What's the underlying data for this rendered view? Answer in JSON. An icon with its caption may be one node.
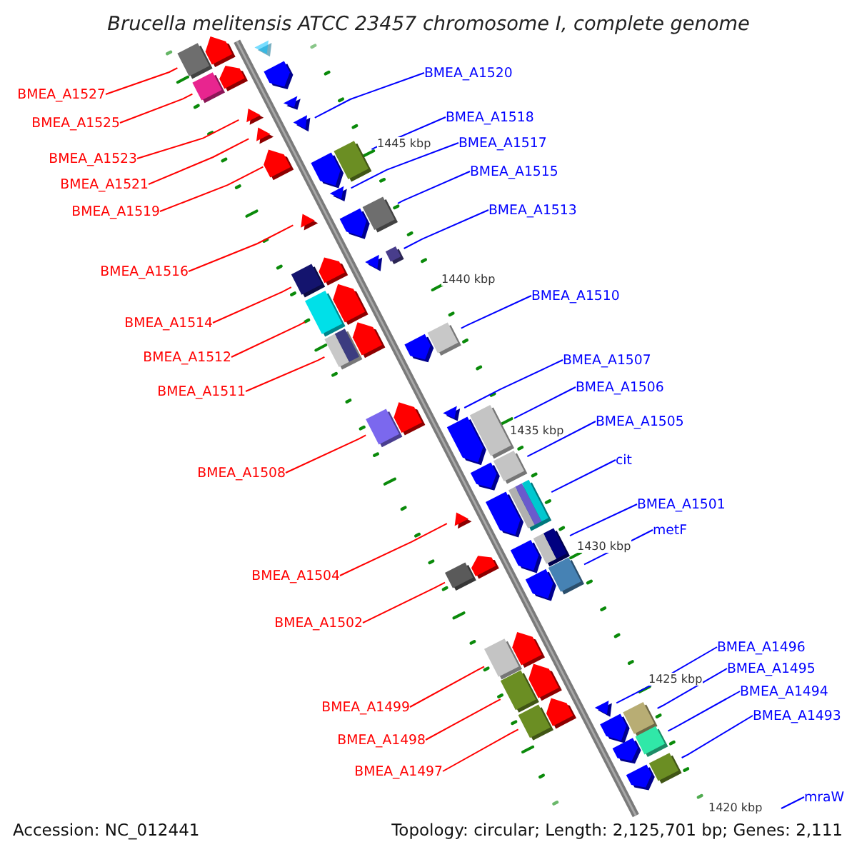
{
  "diagram": {
    "title": "Brucella melitensis ATCC 23457 chromosome I, complete genome",
    "nodes": [
      {
        "text": [
          "BMEA_A1520"
        ]
      },
      {
        "text": [
          "BMEA_A1527"
        ]
      },
      {
        "text": [
          "BMEA_A1518"
        ]
      },
      {
        "text": [
          "BMEA_A1525"
        ]
      },
      {
        "text": [
          "BMEA_A1517"
        ]
      },
      {
        "text": [
          "BMEA_A1523"
        ]
      },
      {
        "text": [
          "BMEA_A1515"
        ]
      },
      {
        "text": [
          "BMEA_A1521"
        ]
      },
      {
        "text": [
          "BMEA_A1513"
        ]
      },
      {
        "text": [
          "BMEA_A1519"
        ]
      },
      {
        "text": [
          "BMEA_A1516"
        ]
      },
      {
        "text": [
          "BMEA_A1510"
        ]
      },
      {
        "text": [
          "BMEA_A1514"
        ]
      },
      {
        "text": [
          "BMEA_A1512"
        ]
      },
      {
        "text": [
          "BMEA_A1507"
        ]
      },
      {
        "text": [
          "BMEA_A1506"
        ]
      },
      {
        "text": [
          "BMEA_A1511"
        ]
      },
      {
        "text": [
          "BMEA_A1505"
        ]
      },
      {
        "text": [
          "cit"
        ]
      },
      {
        "text": [
          "BMEA_A1508"
        ]
      },
      {
        "text": [
          "BMEA_A1501"
        ]
      },
      {
        "text": [
          "metF"
        ]
      },
      {
        "text": [
          "BMEA_A1504"
        ]
      },
      {
        "text": [
          "BMEA_A1502"
        ]
      },
      {
        "text": [
          "BMEA_A1496"
        ]
      },
      {
        "text": [
          "BMEA_A1495"
        ]
      },
      {
        "text": [
          "BMEA_A1494"
        ]
      },
      {
        "text": [
          "BMEA_A1499"
        ]
      },
      {
        "text": [
          "BMEA_A1493"
        ]
      },
      {
        "text": [
          "BMEA_A1498"
        ]
      },
      {
        "text": [
          "BMEA_A1497"
        ]
      },
      {
        "text": [
          "mraW"
        ]
      },
      {
        "text": [],
        "shape": "arrow"
      },
      {
        "text": [],
        "shape": "arrow"
      },
      {
        "text": [],
        "shape": "arrow"
      },
      {
        "text": [],
        "shape": "arrow"
      },
      {
        "text": [],
        "shape": "arrow"
      },
      {
        "text": [],
        "shape": "arrow"
      },
      {
        "text": [],
        "shape": "arrow"
      },
      {
        "text": [],
        "shape": "arrow"
      },
      {
        "text": [],
        "shape": "arrow"
      },
      {
        "text": [],
        "shape": "arrow"
      },
      {
        "text": [],
        "shape": "arrow"
      },
      {
        "text": [],
        "shape": "arrow"
      },
      {
        "text": [],
        "shape": "arrow"
      },
      {
        "text": [],
        "shape": "arrow"
      },
      {
        "text": [],
        "shape": "arrow"
      },
      {
        "text": [],
        "shape": "arrow"
      },
      {
        "text": [],
        "shape": "arrow"
      },
      {
        "text": [],
        "shape": "arrow"
      },
      {
        "text": [],
        "shape": "arrow"
      },
      {
        "text": [],
        "shape": "arrow"
      },
      {
        "text": [],
        "shape": "arrow"
      },
      {
        "text": [],
        "shape": "arrow"
      },
      {
        "text": [],
        "shape": "arrow"
      },
      {
        "text": [],
        "shape": "arrow"
      },
      {
        "text": [],
        "shape": "arrow"
      },
      {
        "text": [],
        "shape": "arrow"
      },
      {
        "text": [],
        "shape": "arrow"
      },
      {
        "text": [],
        "shape": "arrow"
      },
      {
        "text": [],
        "shape": "arrow"
      },
      {
        "text": [],
        "shape": "arrow"
      },
      {
        "text": [],
        "shape": "arrow"
      }
    ],
    "edges": [
      {
        "from": 0,
        "to": 32,
        "arrow": "none"
      },
      {
        "from": 1,
        "to": 33,
        "arrow": "none",
        "color": "#ff0000"
      },
      {
        "from": 2,
        "to": 34,
        "arrow": "none"
      },
      {
        "from": 3,
        "to": 35,
        "arrow": "none",
        "color": "#ff0000"
      },
      {
        "from": 4,
        "to": 36,
        "arrow": "none"
      },
      {
        "from": 5,
        "to": 37,
        "arrow": "none",
        "color": "#ff0000"
      },
      {
        "from": 6,
        "to": 38,
        "arrow": "none"
      },
      {
        "from": 7,
        "to": 39,
        "arrow": "none",
        "color": "#ff0000"
      },
      {
        "from": 8,
        "to": 40,
        "arrow": "none"
      },
      {
        "from": 9,
        "to": 41,
        "arrow": "none",
        "color": "#ff0000"
      },
      {
        "from": 10,
        "to": 42,
        "arrow": "none",
        "color": "#ff0000"
      },
      {
        "from": 11,
        "to": 43,
        "arrow": "none"
      },
      {
        "from": 12,
        "to": 44,
        "arrow": "none",
        "color": "#ff0000"
      },
      {
        "from": 13,
        "to": 45,
        "arrow": "none",
        "color": "#ff0000"
      },
      {
        "from": 14,
        "to": 46,
        "arrow": "none"
      },
      {
        "from": 15,
        "to": 47,
        "arrow": "none"
      },
      {
        "from": 16,
        "to": 48,
        "arrow": "none",
        "color": "#ff0000"
      },
      {
        "from": 17,
        "to": 49,
        "arrow": "none"
      },
      {
        "from": 18,
        "to": 50,
        "arrow": "none"
      },
      {
        "from": 19,
        "to": 51,
        "arrow": "none",
        "color": "#ff0000"
      },
      {
        "from": 20,
        "to": 52,
        "arrow": "none"
      },
      {
        "from": 21,
        "to": 53,
        "arrow": "none"
      },
      {
        "from": 22,
        "to": 54,
        "arrow": "none",
        "color": "#ff0000"
      },
      {
        "from": 23,
        "to": 55,
        "arrow": "none",
        "color": "#ff0000"
      },
      {
        "from": 24,
        "to": 56,
        "arrow": "none"
      },
      {
        "from": 25,
        "to": 57,
        "arrow": "none"
      },
      {
        "from": 26,
        "to": 58,
        "arrow": "none"
      },
      {
        "from": 27,
        "to": 59,
        "arrow": "none",
        "color": "#ff0000"
      },
      {
        "from": 28,
        "to": 60,
        "arrow": "none"
      },
      {
        "from": 29,
        "to": 61,
        "arrow": "none",
        "color": "#ff0000"
      },
      {
        "from": 30,
        "to": 62,
        "arrow": "none",
        "color": "#ff0000"
      },
      {
        "from": 31,
        "to": null,
        "arrow": "none"
      }
    ],
    "labels": [
      "1445 kbp",
      "1440 kbp",
      "1435 kbp",
      "1430 kbp",
      "1425 kbp",
      "1420 kbp",
      "Accession: NC_012441",
      "Topology: circular; Length: 2,125,701 bp; Genes: 2,111"
    ]
  }
}
